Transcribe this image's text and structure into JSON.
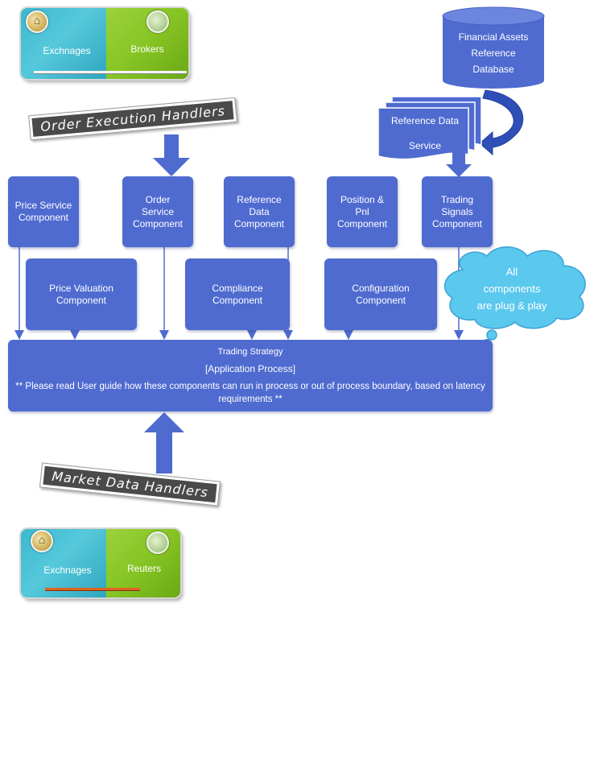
{
  "top_sources": {
    "left_label": "Exchnages",
    "right_label": "Brokers"
  },
  "bottom_sources": {
    "left_label": "Exchnages",
    "right_label": "Reuters"
  },
  "order_handlers_label": "Order Execution Handlers",
  "market_handlers_label": "Market Data Handlers",
  "database_label": "Financial Assets\nReference\nDatabase",
  "reference_service_line1": "Reference Data",
  "reference_service_line2": "Service",
  "components_top": [
    "Price Service\nComponent",
    "Order\nService\nComponent",
    "Reference\nData\nComponent",
    "Position &\nPnl\nComponent",
    "Trading\nSignals\nComponent"
  ],
  "components_bottom": [
    "Price Valuation\nComponent",
    "Compliance\nComponent",
    "Configuration\nComponent"
  ],
  "cloud_text": "All\ncomponents\nare plug & play",
  "strategy": {
    "title": "Trading Strategy",
    "subtitle": "[Application Process]",
    "note": "** Please read User guide how these components can run in process or out of process boundary, based on latency requirements **"
  },
  "colors": {
    "box": "#4f6bd0",
    "cloud": "#5bc8ee",
    "tile_left": "#3bb8cf",
    "tile_right": "#86c424"
  }
}
